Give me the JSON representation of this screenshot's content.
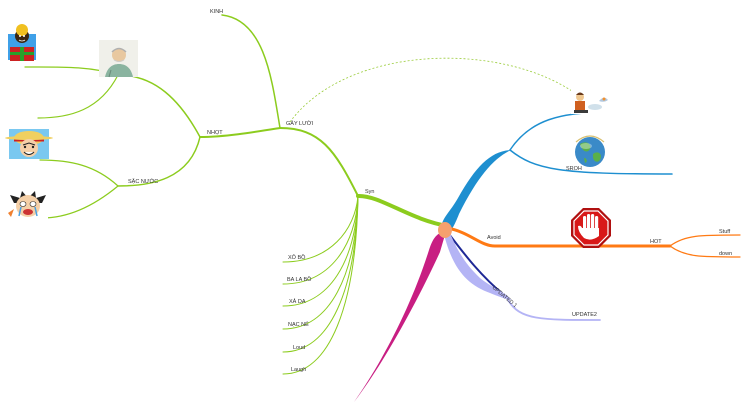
{
  "mindmap": {
    "green_labels": {
      "kinh": "KINH",
      "gay_luoi": "GÂY LƯỜI",
      "nhot": "NHỌT",
      "sac_nuoc": "SẶC NƯỚC",
      "syn": "Syn",
      "xo_bo": "XÔ BỒ",
      "ba_la_bo": "BA LA BỒ",
      "xa_da": "XẢ DA",
      "nac_ne": "NẠC NẺ",
      "loud": "Loud",
      "laugh": "Laugh"
    },
    "right_labels": {
      "avoid": "Avoid",
      "hot": "HOT",
      "stuff": "Stuff",
      "down": "down",
      "updated1": "UPDATED 1",
      "update2": "UPDATE2",
      "sroh": "SROH"
    },
    "icons": [
      "tribal-man-icon",
      "old-man-icon",
      "luffy-icon",
      "luffy-crying-icon",
      "cook-icon",
      "globe-icon",
      "stop-hand-icon"
    ],
    "colors": {
      "green": "#8ccc1e",
      "blue": "#1e8fd0",
      "orange": "#ff7a14",
      "magenta": "#c81e82",
      "lavender": "#b4b4f5",
      "navy": "#1e2896",
      "stop_red": "#c81414"
    }
  }
}
